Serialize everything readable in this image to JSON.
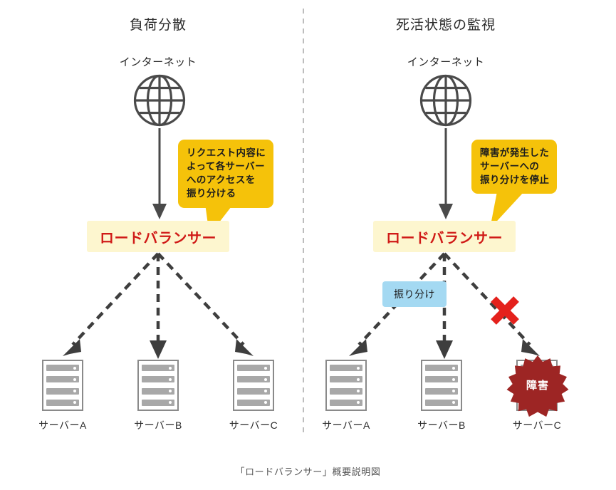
{
  "figure": {
    "caption": "「ロードバランサー」概要説明図"
  },
  "colors": {
    "callout_yellow": "#f5c20a",
    "lb_box_bg": "#fdf6cf",
    "lb_text_red": "#d01a17",
    "blue_tag": "#a4d9f2",
    "burst_red": "#9d2524",
    "x_mark_red": "#e4211c",
    "line_gray": "#4a4a4a",
    "server_gray": "#a8a8a8",
    "divider_gray": "#bdbdbd"
  },
  "panels": [
    {
      "id": "load-balancing",
      "title": "負荷分散",
      "internet": {
        "label": "インターネット",
        "icon": "globe-icon"
      },
      "load_balancer": {
        "label": "ロードバランサー"
      },
      "callout": {
        "lines": [
          "リクエスト内容に",
          "よって各サーバー",
          "へのアクセスを",
          "振り分ける"
        ]
      },
      "servers": [
        {
          "label": "サーバーA",
          "status": "ok"
        },
        {
          "label": "サーバーB",
          "status": "ok"
        },
        {
          "label": "サーバーC",
          "status": "ok"
        }
      ]
    },
    {
      "id": "health-monitoring",
      "title": "死活状態の監視",
      "internet": {
        "label": "インターネット",
        "icon": "globe-icon"
      },
      "load_balancer": {
        "label": "ロードバランサー"
      },
      "callout": {
        "lines": [
          "障害が発生した",
          "サーバーへの",
          "振り分けを停止"
        ]
      },
      "distribute_tag": {
        "label": "振り分け"
      },
      "blocked_marker": {
        "icon": "x-mark-icon"
      },
      "servers": [
        {
          "label": "サーバーA",
          "status": "ok"
        },
        {
          "label": "サーバーB",
          "status": "ok"
        },
        {
          "label": "サーバーC",
          "status": "failed",
          "failure_label": "障害"
        }
      ]
    }
  ]
}
